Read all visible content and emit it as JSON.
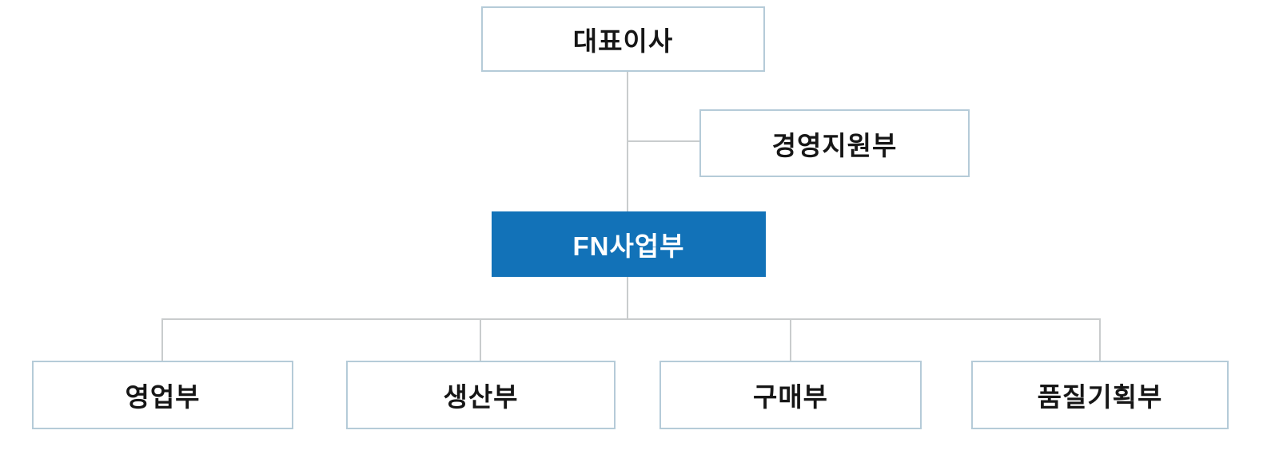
{
  "org_chart": {
    "nodes": {
      "ceo": {
        "label": "대표이사"
      },
      "support": {
        "label": "경영지원부"
      },
      "fn": {
        "label": "FN사업부"
      },
      "sales": {
        "label": "영업부"
      },
      "production": {
        "label": "생산부"
      },
      "purchasing": {
        "label": "구매부"
      },
      "quality": {
        "label": "품질기획부"
      }
    },
    "hierarchy": {
      "root": "ceo",
      "staff_branch_of_ceo": [
        "support"
      ],
      "children_of_ceo": [
        "fn"
      ],
      "children_of_fn": [
        "sales",
        "production",
        "purchasing",
        "quality"
      ]
    },
    "colors": {
      "highlight_fill": "#1272b8",
      "highlight_text": "#ffffff",
      "box_fill": "#ffffff",
      "box_border": "#b5cbd8",
      "box_text": "#161616",
      "connector": "#c9cccd",
      "background": "#ffffff"
    }
  }
}
